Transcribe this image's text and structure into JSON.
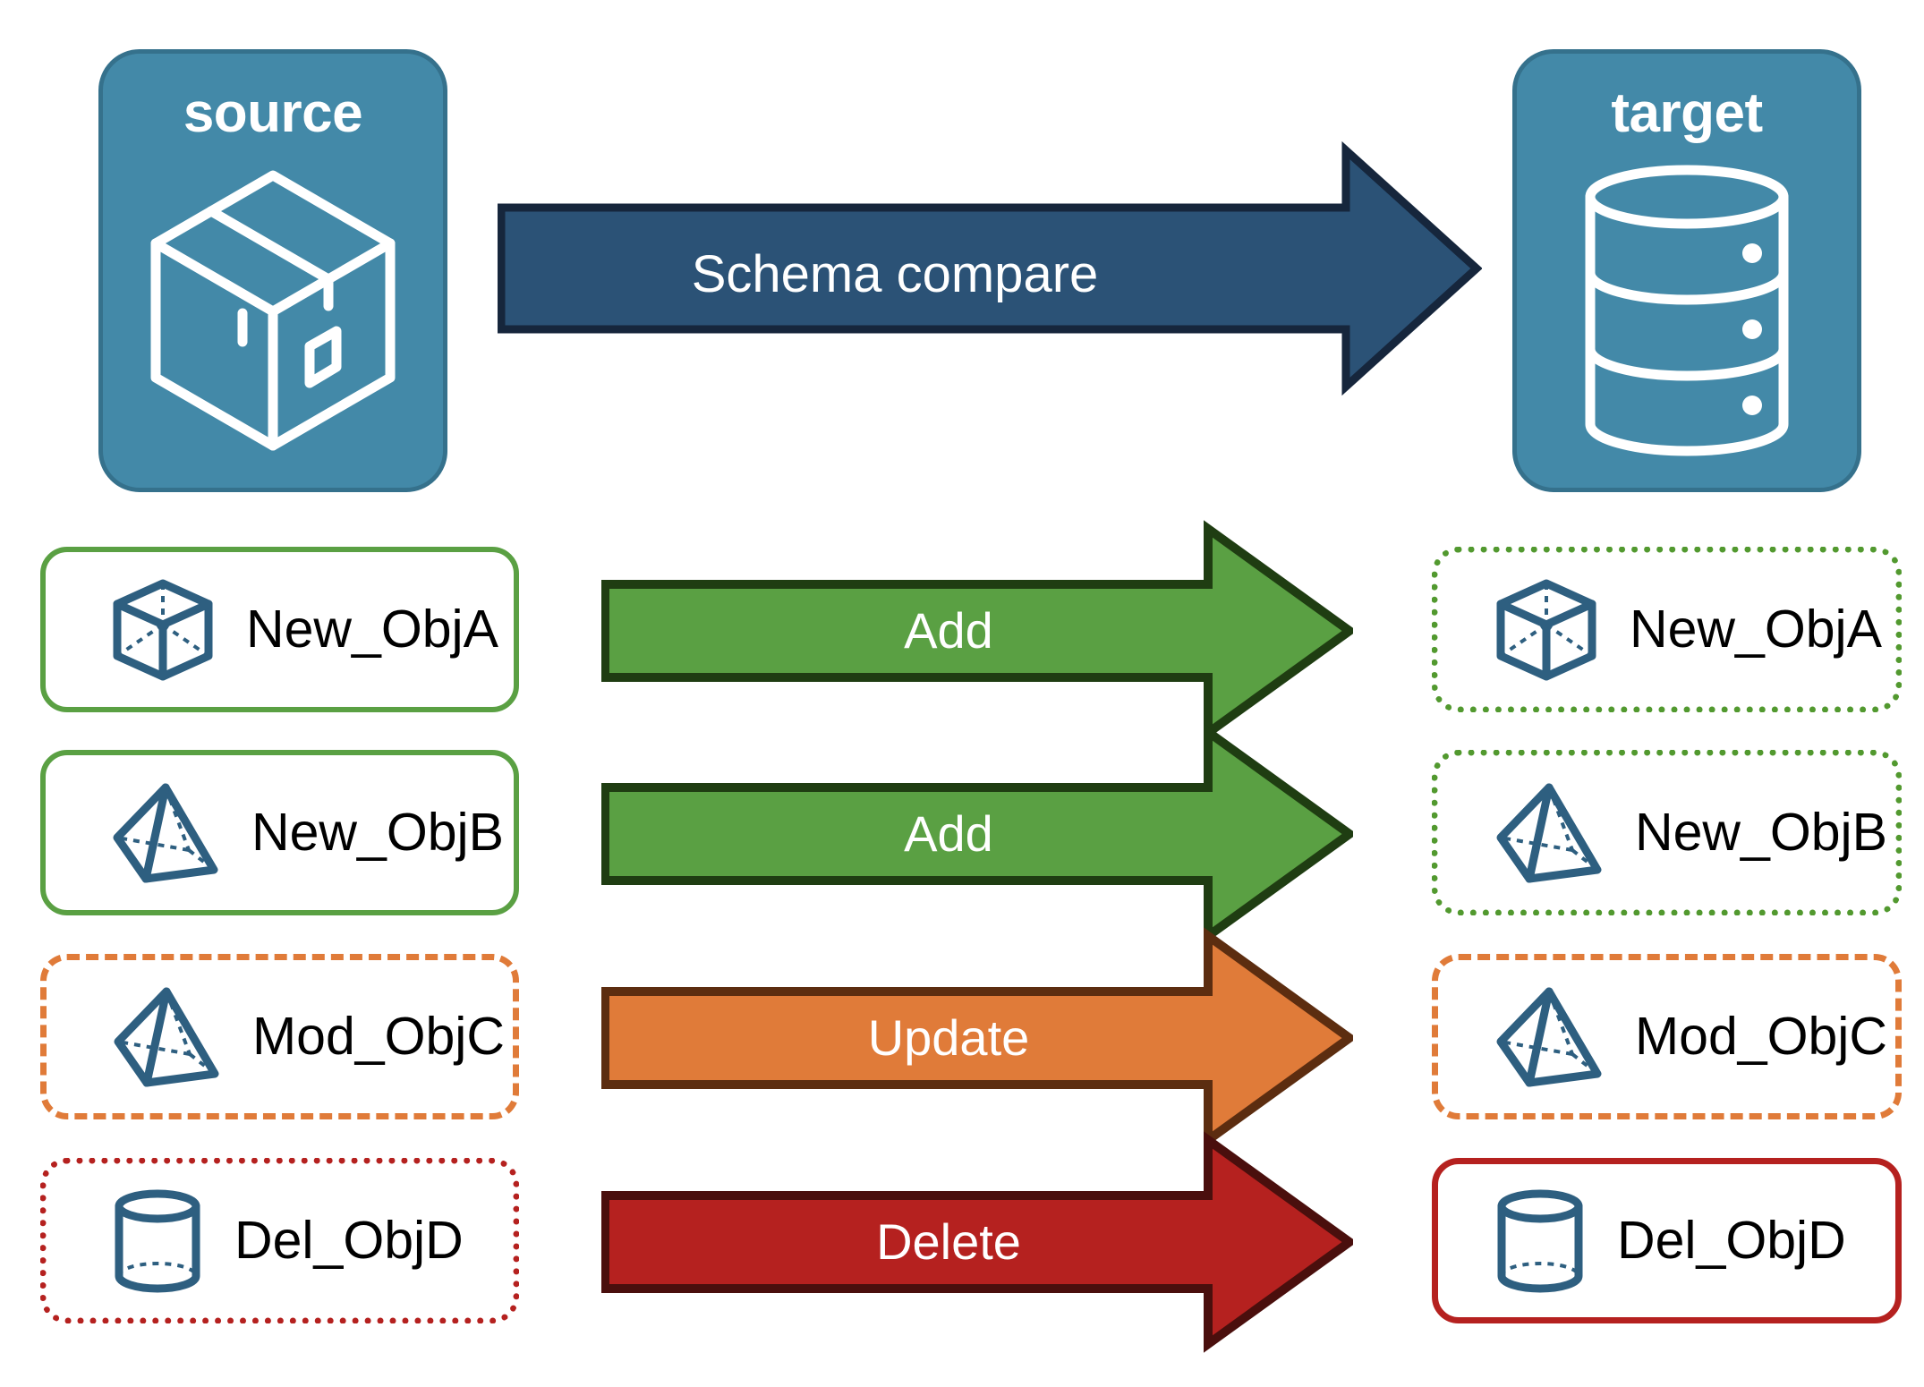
{
  "endpoints": {
    "source": {
      "label": "source",
      "icon": "package-box-icon",
      "fill": "#4389a8",
      "border": "#35718c"
    },
    "target": {
      "label": "target",
      "icon": "database-cylinder-icon",
      "fill": "#4389a8",
      "border": "#35718c"
    }
  },
  "compare_arrow": {
    "label": "Schema compare",
    "fill": "#2b5276",
    "border": "#16263c",
    "text_color": "#ffffff"
  },
  "rows": [
    {
      "action": "Add",
      "arrow_fill": "#5aa043",
      "arrow_border": "#1f3d12",
      "source": {
        "name": "New_ObjA",
        "icon": "cube-wireframe-icon",
        "border_style": "solid",
        "border_color": "#5aa043"
      },
      "target": {
        "name": "New_ObjA",
        "icon": "cube-wireframe-icon",
        "border_style": "dotted",
        "border_color": "#52992f"
      }
    },
    {
      "action": "Add",
      "arrow_fill": "#5aa043",
      "arrow_border": "#1f3d12",
      "source": {
        "name": "New_ObjB",
        "icon": "pyramid-wireframe-icon",
        "border_style": "solid",
        "border_color": "#5aa043"
      },
      "target": {
        "name": "New_ObjB",
        "icon": "pyramid-wireframe-icon",
        "border_style": "dotted",
        "border_color": "#52992f"
      }
    },
    {
      "action": "Update",
      "arrow_fill": "#e07b39",
      "arrow_border": "#5c2d10",
      "source": {
        "name": "Mod_ObjC",
        "icon": "pyramid-wireframe-icon",
        "border_style": "dashed",
        "border_color": "#e07b39"
      },
      "target": {
        "name": "Mod_ObjC",
        "icon": "pyramid-wireframe-icon",
        "border_style": "dashed",
        "border_color": "#e07b39"
      }
    },
    {
      "action": "Delete",
      "arrow_fill": "#b5211f",
      "arrow_border": "#4a0f0d",
      "source": {
        "name": "Del_ObjD",
        "icon": "cylinder-wireframe-icon",
        "border_style": "dotted",
        "border_color": "#b5211f"
      },
      "target": {
        "name": "Del_ObjD",
        "icon": "cylinder-wireframe-icon",
        "border_style": "solid",
        "border_color": "#b5211f"
      }
    }
  ],
  "colors": {
    "object_icon": "#2e5f80",
    "card_background": "#ffffff",
    "page_background": "#ffffff"
  }
}
